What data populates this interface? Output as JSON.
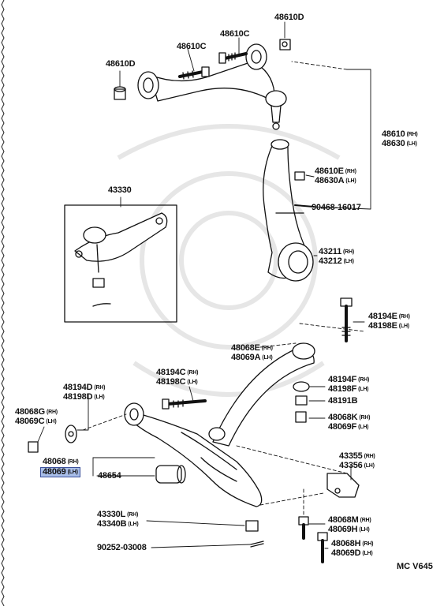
{
  "labels": {
    "p48610D_top": "48610D",
    "p48610C_upper": "48610C",
    "p48610C_lower": "48610C",
    "p48610D_left": "48610D",
    "p43330": "43330",
    "p48610_rh": "48610",
    "p48610_rh_sfx": "(RH)",
    "p48630_lh": "48630",
    "p48630_lh_sfx": "(LH)",
    "p48610E": "48610E",
    "p48610E_sfx": "(RH)",
    "p48630A": "48630A",
    "p48630A_sfx": "(LH)",
    "p90468": "90468-16017",
    "p43211": "43211",
    "p43211_sfx": "(RH)",
    "p43212": "43212",
    "p43212_sfx": "(LH)",
    "p48194E": "48194E",
    "p48194E_sfx": "(RH)",
    "p48198E": "48198E",
    "p48198E_sfx": "(LH)",
    "p48068E": "48068E",
    "p48068E_sfx": "(RH)",
    "p48069A": "48069A",
    "p48069A_sfx": "(LH)",
    "p48194C": "48194C",
    "p48194C_sfx": "(RH)",
    "p48198C": "48198C",
    "p48198C_sfx": "(LH)",
    "p48194D": "48194D",
    "p48194D_sfx": "(RH)",
    "p48198D": "48198D",
    "p48198D_sfx": "(LH)",
    "p48194F": "48194F",
    "p48194F_sfx": "(RH)",
    "p48198F": "48198F",
    "p48198F_sfx": "(LH)",
    "p48191B": "48191B",
    "p48068G": "48068G",
    "p48068G_sfx": "(RH)",
    "p48069C": "48069C",
    "p48069C_sfx": "(LH)",
    "p48068K": "48068K",
    "p48068K_sfx": "(RH)",
    "p48069F": "48069F",
    "p48069F_sfx": "(LH)",
    "p48068": "48068",
    "p48068_sfx": "(RH)",
    "p48069": "48069",
    "p48069_sfx": "(LH)",
    "p48654": "48654",
    "p43355": "43355",
    "p43355_sfx": "(RH)",
    "p43356": "43356",
    "p43356_sfx": "(LH)",
    "p43330L": "43330L",
    "p43330L_sfx": "(RH)",
    "p43340B": "43340B",
    "p43340B_sfx": "(LH)",
    "p48068M": "48068M",
    "p48068M_sfx": "(RH)",
    "p48069H_a": "48069H",
    "p48069H_a_sfx": "(LH)",
    "p48068H": "48068H",
    "p48068H_sfx": "(RH)",
    "p48069D": "48069D",
    "p48069D_sfx": "(LH)",
    "p90252": "90252-03008",
    "ref_code": "MC V645"
  },
  "colors": {
    "line": "#111111",
    "highlight": "#a8bde8",
    "highlight_border": "#3a4f9a",
    "watermark": "#e6e6e6"
  }
}
